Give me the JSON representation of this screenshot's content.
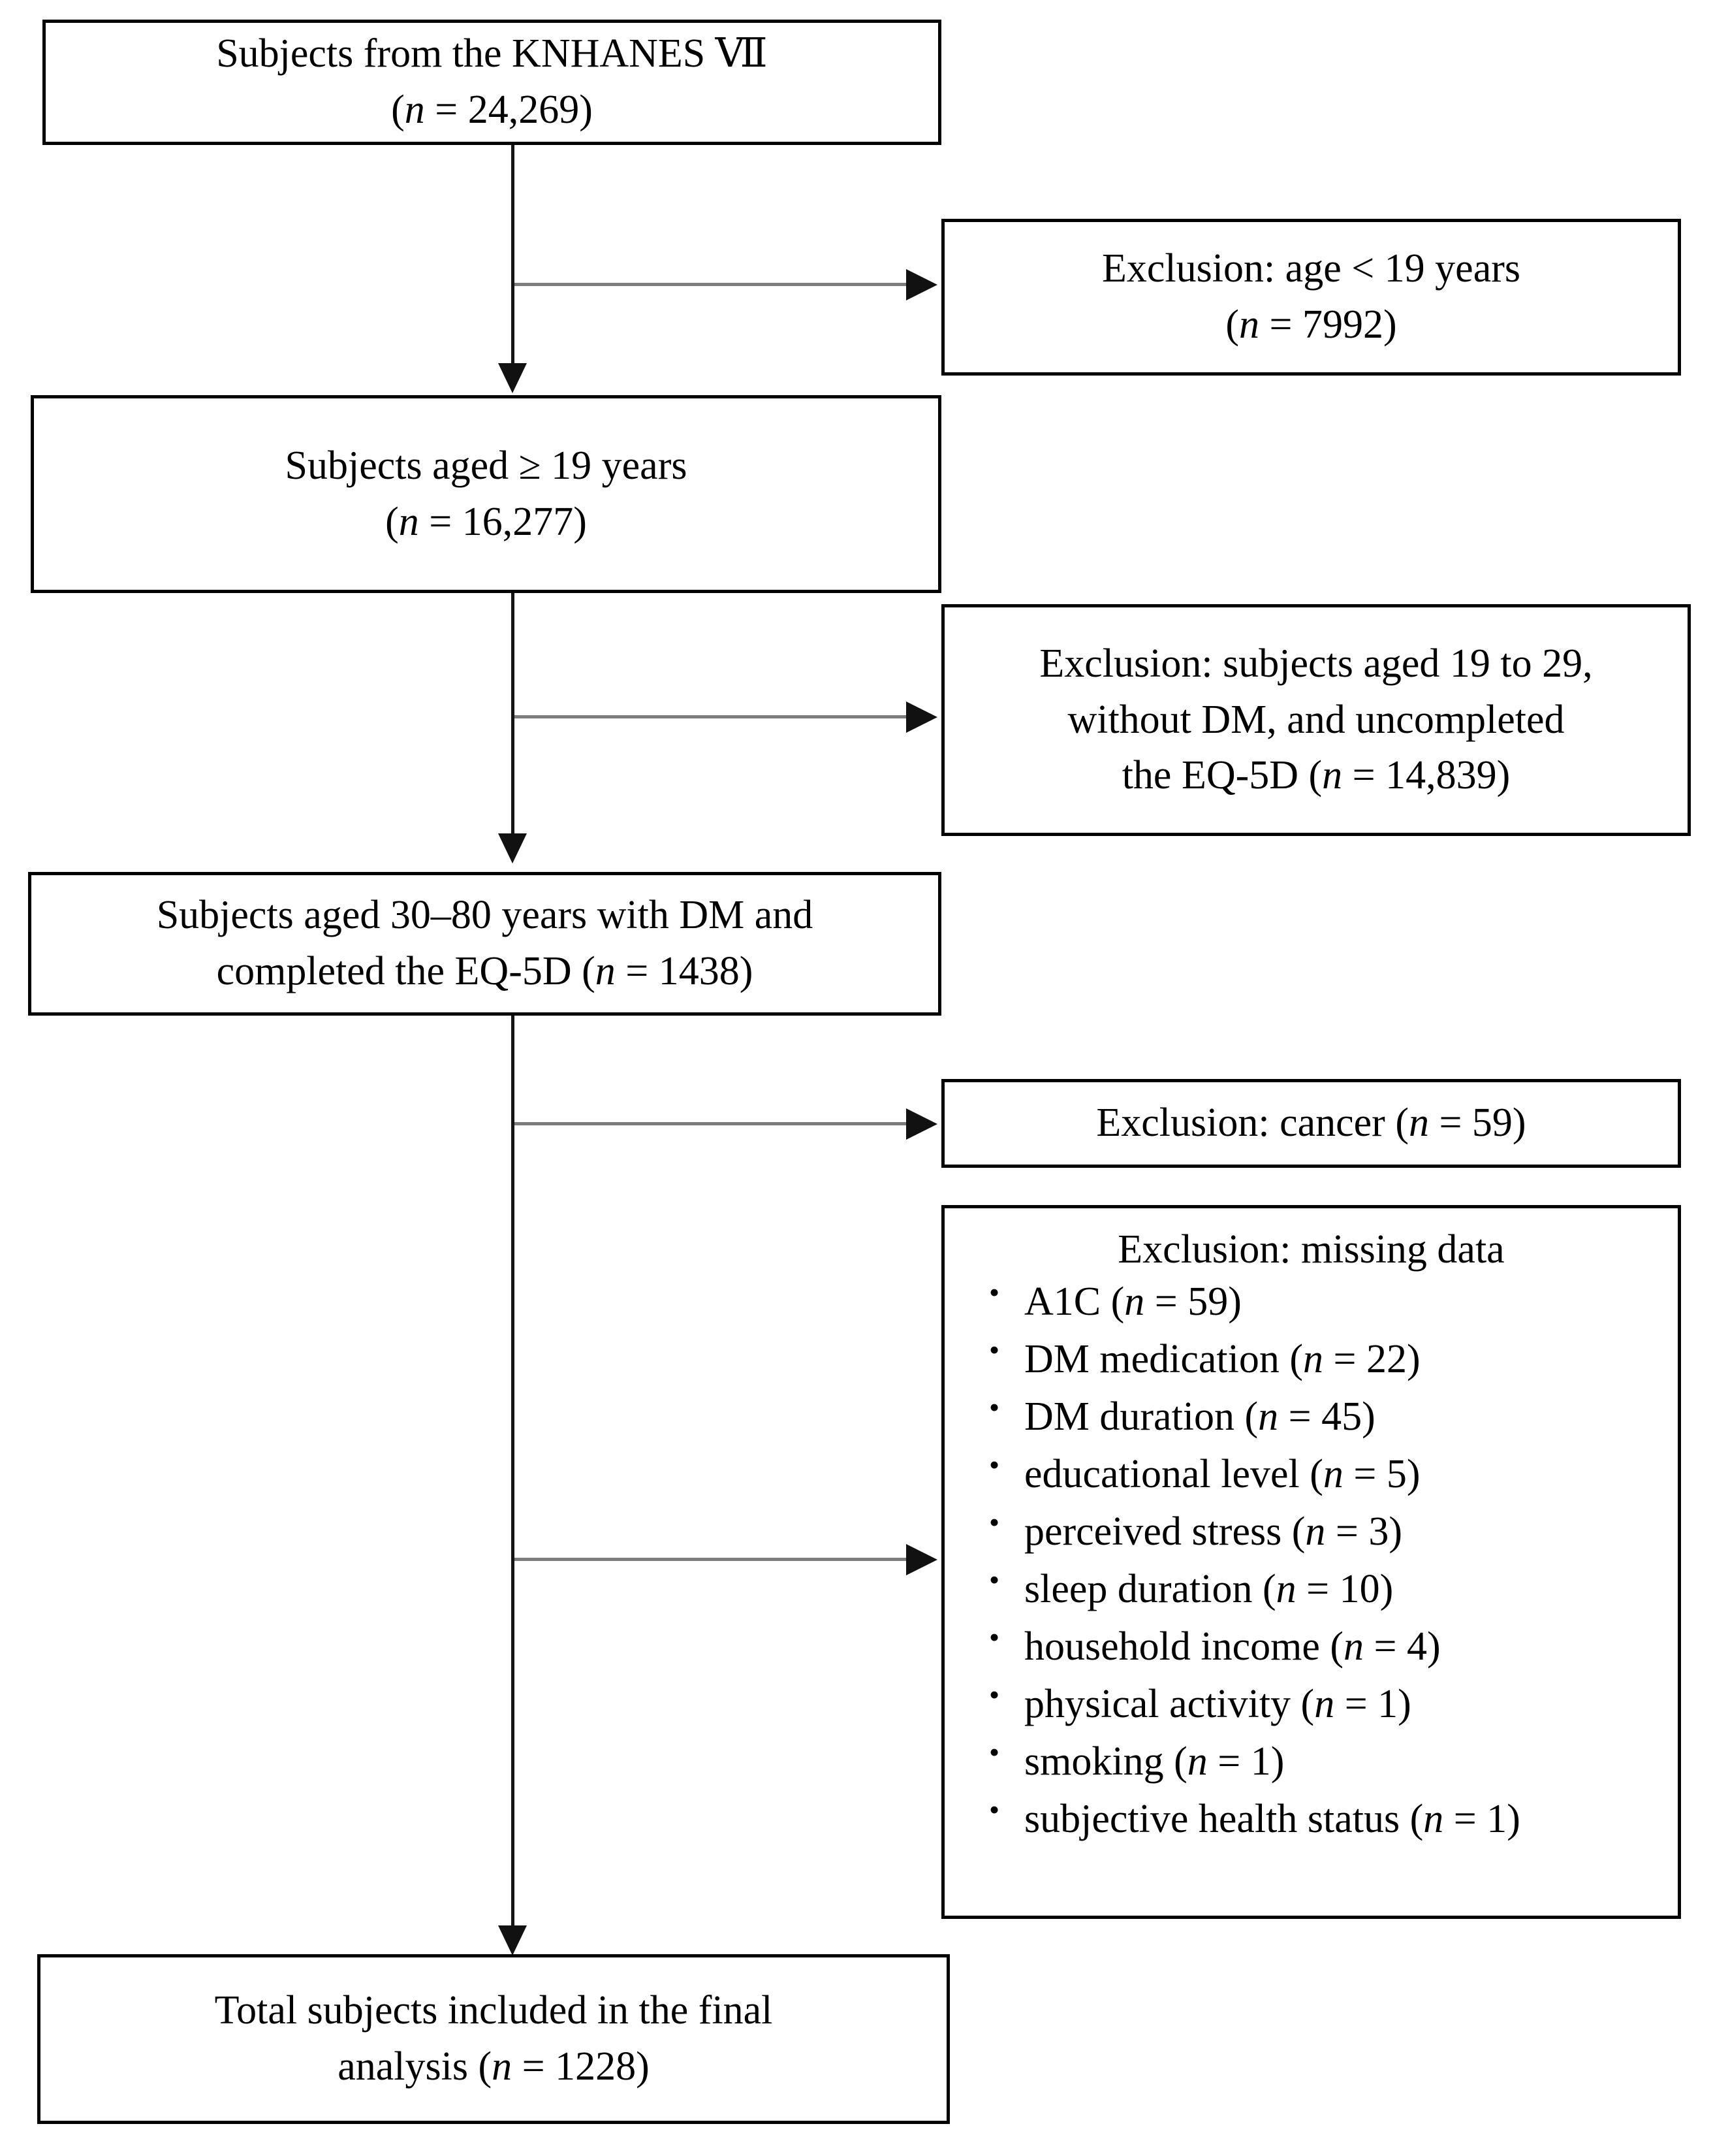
{
  "diagram": {
    "title": "Study participant selection flowchart",
    "type": "flowchart",
    "nodes": {
      "source": {
        "line1": "Subjects from the KNHANES Ⅶ",
        "line2_pre": "(",
        "line2_n": "n",
        "line2_post": " = 24,269)"
      },
      "excluded_age": {
        "line1": "Exclusion: age < 19 years",
        "line2_pre": "(",
        "line2_n": "n",
        "line2_post": " = 7992)"
      },
      "aged19": {
        "line1": "Subjects aged  ≥  19 years",
        "line2_pre": "(",
        "line2_n": "n",
        "line2_post": " = 16,277)"
      },
      "excluded_criteria": {
        "line1": "Exclusion: subjects aged 19 to 29,",
        "line2": "without DM, and uncompleted",
        "line3_pre": "the EQ-5D (",
        "line3_n": "n",
        "line3_post": " = 14,839)"
      },
      "eligible": {
        "line1": "Subjects aged 30–80 years with DM and",
        "line2_pre": "completed the EQ-5D (",
        "line2_n": "n",
        "line2_post": " = 1438)"
      },
      "excluded_cancer": {
        "line1_pre": "Exclusion: cancer (",
        "line1_n": "n",
        "line1_post": " = 59)"
      },
      "excluded_missing": {
        "heading": "Exclusion: missing data",
        "items": [
          {
            "label": "A1C (",
            "n": "n",
            "value": " = 59)"
          },
          {
            "label": "DM medication (",
            "n": "n",
            "value": " = 22)"
          },
          {
            "label": "DM duration (",
            "n": "n",
            "value": " = 45)"
          },
          {
            "label": "educational level (",
            "n": "n",
            "value": " = 5)"
          },
          {
            "label": "perceived stress (",
            "n": "n",
            "value": " = 3)"
          },
          {
            "label": "sleep duration (",
            "n": "n",
            "value": " = 10)"
          },
          {
            "label": "household income (",
            "n": "n",
            "value": " = 4)"
          },
          {
            "label": "physical activity (",
            "n": "n",
            "value": " = 1)"
          },
          {
            "label": "smoking (",
            "n": "n",
            "value": " = 1)"
          },
          {
            "label": "subjective health status (",
            "n": "n",
            "value": " = 1)"
          }
        ]
      },
      "final": {
        "line1": "Total subjects included in the final",
        "line2_pre": "analysis (",
        "line2_n": "n",
        "line2_post": " = 1228)"
      }
    },
    "colors": {
      "box_border": "#000000",
      "connector": "#4a4a4a",
      "arrow": "#111111",
      "background": "#ffffff",
      "text": "#000000"
    }
  }
}
